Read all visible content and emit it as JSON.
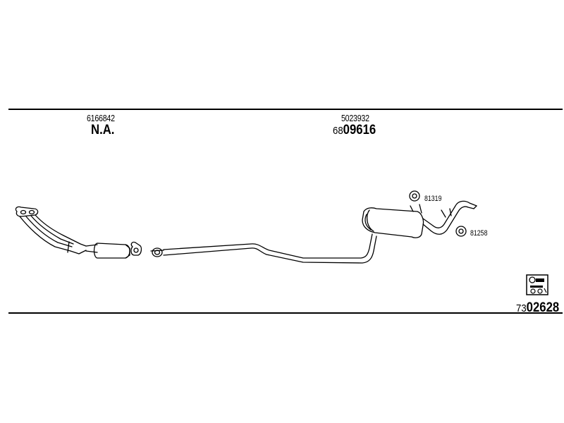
{
  "rules": {
    "top": "",
    "bottom": ""
  },
  "items": {
    "left_ref": "6166842",
    "left_note": "N.A.",
    "mid_ref": "5023932",
    "mid_part_prefix": "68",
    "mid_part_number": "09616",
    "clamp_ref_1": "81319",
    "clamp_ref_2": "81258",
    "kit_prefix": "73",
    "kit_number": "02628"
  },
  "icons": {
    "kit": "mounting-kit-icon"
  }
}
